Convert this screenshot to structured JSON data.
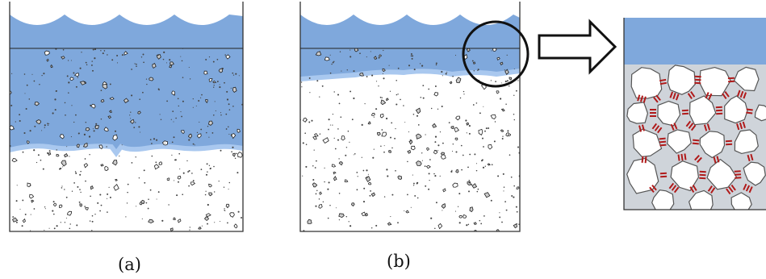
{
  "panels": [
    {
      "id": "a",
      "label": "(a)"
    },
    {
      "id": "b",
      "label": "(b)"
    }
  ],
  "colors": {
    "water": "#7fa8dc",
    "water_edge": "#a9c8ef",
    "outline": "#333333",
    "particle": "#444444",
    "grain_fill": "#ffffff",
    "grain_outline": "#555555",
    "bond": "#b01a1a"
  },
  "icons": {
    "magnifier": "circle-icon",
    "arrow": "right-arrow-icon"
  }
}
